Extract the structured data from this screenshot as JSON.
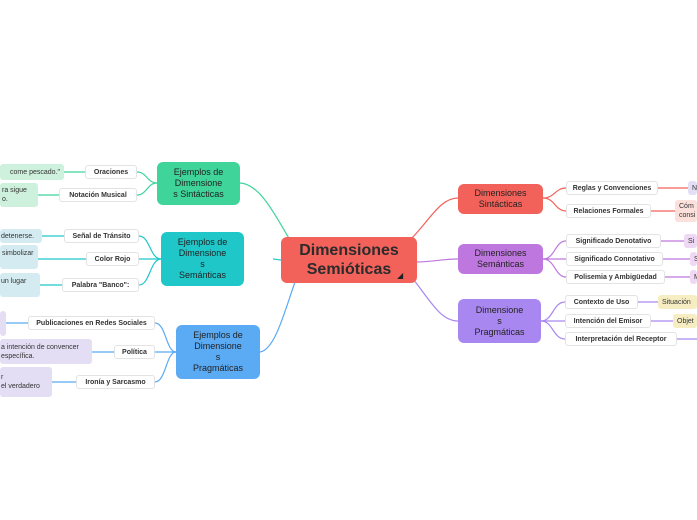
{
  "colors": {
    "central": "#f2625a",
    "syntactic": "#f2625a",
    "semantic": "#bf77e0",
    "pragmatic": "#a987f0",
    "ex_syntactic": "#3ed49a",
    "ex_semantic": "#1fc7c9",
    "ex_pragmatic": "#5aaaf4",
    "leaf_green": "#cdf1dc",
    "leaf_cyan": "#d4ecf1",
    "leaf_purple": "#e4def5"
  },
  "central": {
    "label": "Dimensiones\nSemióticas"
  },
  "right": [
    {
      "label": "Dimensiones\nSintácticas",
      "children": [
        {
          "label": "Reglas y Convenciones",
          "leaf": "N"
        },
        {
          "label": "Relaciones Formales",
          "leaf": "Cóm\nconsi"
        }
      ]
    },
    {
      "label": "Dimensiones\nSemánticas",
      "children": [
        {
          "label": "Significado Denotativo",
          "leaf": "Si"
        },
        {
          "label": "Significado Connotativo",
          "leaf": "S"
        },
        {
          "label": "Polisemia y Ambigüedad",
          "leaf": "M"
        }
      ]
    },
    {
      "label": "Dimensione\ns\nPragmáticas",
      "children": [
        {
          "label": "Contexto de Uso",
          "leaf": "Situación"
        },
        {
          "label": "Intención del Emisor",
          "leaf": "Objet"
        },
        {
          "label": "Interpretación del Receptor",
          "leaf": ""
        }
      ]
    }
  ],
  "left": [
    {
      "label": "Ejemplos de\nDimensione\ns Sintácticas",
      "children": [
        {
          "label": "Oraciones",
          "leaf": "come pescado.\""
        },
        {
          "label": "Notación Musical",
          "leaf": "ra sigue\no."
        }
      ]
    },
    {
      "label": "Ejemplos de\nDimensione\ns\nSemánticas",
      "children": [
        {
          "label": "Señal de Tránsito",
          "leaf": "detenerse."
        },
        {
          "label": "Color Rojo",
          "leaf": "simbolizar"
        },
        {
          "label": "Palabra \"Banco\":",
          "leaf": "un lugar"
        }
      ]
    },
    {
      "label": "Ejemplos de\nDimensione\ns\nPragmáticas",
      "children": [
        {
          "label": "Publicaciones en Redes Sociales",
          "leaf": ""
        },
        {
          "label": "Política",
          "leaf": "a intención de convencer\nespecífica."
        },
        {
          "label": "Ironía y Sarcasmo",
          "leaf": "r\nel verdadero"
        }
      ]
    }
  ]
}
